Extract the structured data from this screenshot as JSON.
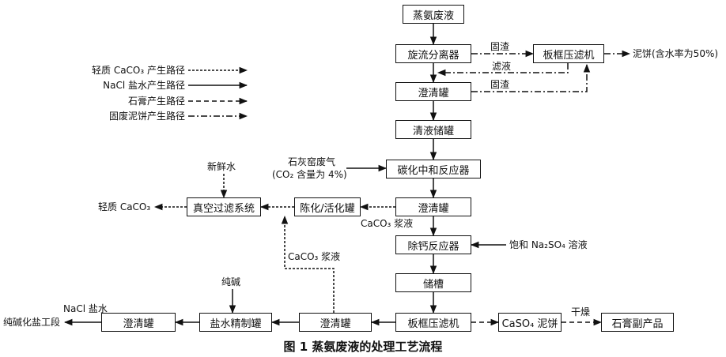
{
  "nodes": {
    "ammonia_waste": "蒸氨废液",
    "cyclone": "旋流分离器",
    "filter_press_top": "板框压滤机",
    "mud_cake": "泥饼(含水率为50%)",
    "clarifier1": "澄清罐",
    "clear_tank": "清液储罐",
    "carbon_reactor": "碳化中和反应器",
    "clarifier2": "澄清罐",
    "aging_tank": "陈化/活化罐",
    "vacuum_filter": "真空过滤系统",
    "light_caco3": "轻质 CaCO₃",
    "decalc_reactor": "除钙反应器",
    "storage": "储槽",
    "filter_press_bottom": "板框压滤机",
    "caso4_cake": "CaSO₄ 泥饼",
    "gypsum": "石膏副产品",
    "clarifier3": "澄清罐",
    "brine_refine": "盐水精制罐",
    "clarifier4": "澄清罐",
    "soda_process": "纯碱化盐工段"
  },
  "labels": {
    "solid1": "固渣",
    "filtrate": "滤液",
    "solid2": "固渣",
    "kiln_gas_1": "石灰窑废气",
    "kiln_gas_2": "(CO₂ 含量为 4%)",
    "fresh_water": "新鲜水",
    "caco3_slurry_1": "CaCO₃ 浆液",
    "caco3_slurry_2": "CaCO₃ 浆液",
    "na2so4": "饱和 Na₂SO₄ 溶液",
    "soda_ash": "纯碱",
    "nacl_brine": "NaCl 盐水",
    "dry": "干燥"
  },
  "legend": [
    {
      "label": "轻质 CaCO₃ 产生路径",
      "style": "dotted"
    },
    {
      "label": "NaCl 盐水产生路径",
      "style": "solid"
    },
    {
      "label": "石膏产生路径",
      "style": "dashed"
    },
    {
      "label": "固废泥饼产生路径",
      "style": "dashdot"
    }
  ],
  "caption": "图 1   蒸氨废液的处理工艺流程"
}
